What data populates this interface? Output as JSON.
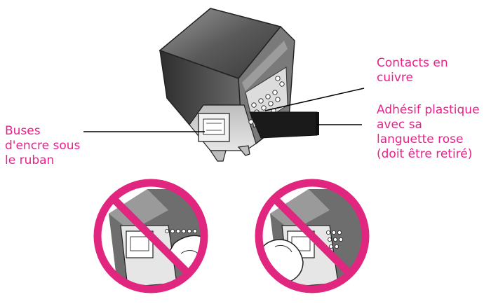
{
  "labels": {
    "contacts": [
      "Contacts en",
      "cuivre"
    ],
    "adhesive": [
      "Adhésif plastique",
      "avec sa",
      "languette rose",
      "(doit être retiré)"
    ],
    "nozzles": [
      "Buses",
      "d'encre sous",
      "le ruban"
    ]
  },
  "colors": {
    "label_text": "#e8228a",
    "prohibition": "#e0267e",
    "cartridge_dark": "#444444",
    "cartridge_mid": "#8a8a8a",
    "cartridge_light": "#cfcfcf",
    "tape": "#1a1a1a"
  },
  "icons": {
    "main": "print-cartridge",
    "prohibited_left": "no-touch-nozzles-icon",
    "prohibited_right": "no-touch-contacts-icon"
  }
}
